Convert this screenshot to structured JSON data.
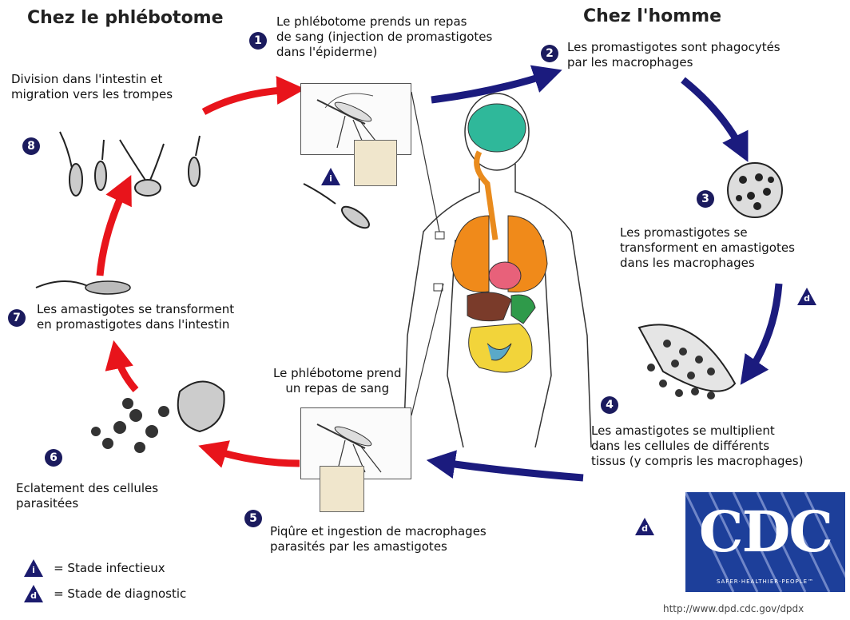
{
  "headers": {
    "left": "Chez le phlébotome",
    "right": "Chez l'homme"
  },
  "steps": [
    {
      "num": "1",
      "text": "Le phlébotome prends un repas\nde sang (injection de promastigotes\ndans l'épiderme)"
    },
    {
      "num": "2",
      "text": "Les promastigotes sont phagocytés\npar les macrophages"
    },
    {
      "num": "3",
      "text": "Les promastigotes se\ntransforment en amastigotes\ndans les macrophages"
    },
    {
      "num": "4",
      "text": "Les amastigotes se multiplient\ndans les cellules de différents\ntissus (y compris les macrophages)"
    },
    {
      "num": "5",
      "text": "Piqûre et ingestion de macrophages\nparasités par les amastigotes"
    },
    {
      "num": "6",
      "text": "Eclatement des cellules\nparasitées"
    },
    {
      "num": "7",
      "text": "Les amastigotes se transforment\nen promastigotes dans l'intestin"
    },
    {
      "num": "8",
      "text": "Division dans l'intestin et\nmigration vers les trompes"
    }
  ],
  "blood_meal_label": "Le phlébotome prend\nun repas de sang",
  "markers": {
    "infective": "i",
    "diagnostic": "d"
  },
  "legend": {
    "infective": "= Stade infectieux",
    "diagnostic": "= Stade de diagnostic"
  },
  "logo": {
    "text": "CDC",
    "tagline": "SAFER·HEALTHIER·PEOPLE™"
  },
  "url": "http://www.dpd.cdc.gov/dpdx",
  "colors": {
    "red_arrow": "#e8141b",
    "blue_arrow": "#1b1b7e",
    "marker": "#1b1b5e",
    "cdc_blue": "#1d3f9a"
  }
}
